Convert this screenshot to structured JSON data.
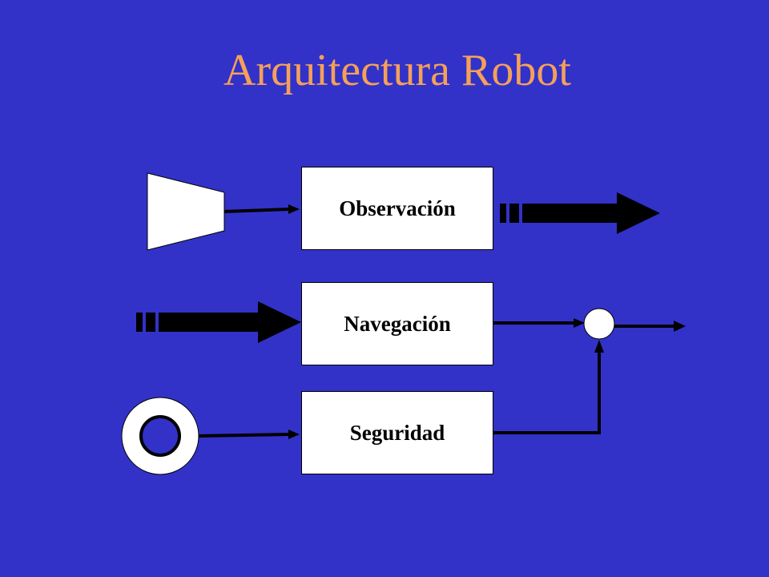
{
  "slide": {
    "title": "Arquitectura Robot",
    "background_color": "#3232c8",
    "title_color": "#f5a05a"
  },
  "diagram": {
    "modules": [
      {
        "label": "Observación"
      },
      {
        "label": "Navegación"
      },
      {
        "label": "Seguridad"
      }
    ],
    "icons": {
      "sensor": "trapezoid-sensor-icon",
      "safety": "ring-sensor-icon",
      "combiner": "summing-junction-icon"
    }
  }
}
